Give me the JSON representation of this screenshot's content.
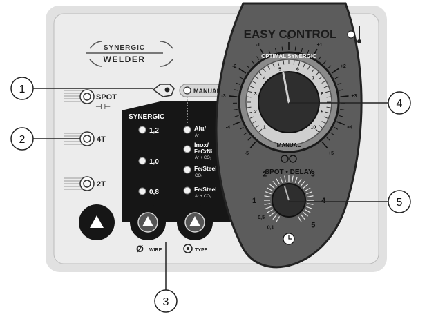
{
  "logo": {
    "line1": "SYNERGIC",
    "line2": "WELDER"
  },
  "mode_buttons": {
    "spot_label": "SPOT",
    "spot_symbol": "⊣ ⊢",
    "fourT_label": "4T",
    "twoT_label": "2T",
    "manual_label": "MANUAL"
  },
  "synergic_panel": {
    "title": "SYNERGIC",
    "wire_sizes": [
      "1,2",
      "1,0",
      "0,8"
    ],
    "materials": [
      {
        "name": "Alu/",
        "gas": "Ar"
      },
      {
        "name": "Inox/",
        "name2": "FeCrNi",
        "gas": "Ar + CO₂"
      },
      {
        "name": "Fe/Steel",
        "gas": "CO₂"
      },
      {
        "name": "Fe/Steel",
        "gas": "Ar + CO₂"
      }
    ],
    "wire_label": "WIRE",
    "wire_symbol": "Ø",
    "type_label": "TYPE"
  },
  "easy_control": {
    "title": "EASY CONTROL",
    "optimal_label": "OPTIMAL SYNERGIC",
    "manual_label": "MANUAL",
    "inner_scale": [
      "1",
      "2",
      "3",
      "4",
      "5",
      "6",
      "7",
      "8",
      "9",
      "10"
    ],
    "outer_scale": [
      "-5",
      "-4",
      "-3",
      "-2",
      "-1",
      "0",
      "+1",
      "+2",
      "+3",
      "+4",
      "+5"
    ]
  },
  "spot_delay": {
    "title": "SPOT • DELAY",
    "scale": [
      "0,1",
      "0,5",
      "1",
      "2",
      "3",
      "4",
      "5"
    ]
  },
  "callouts": [
    "1",
    "2",
    "3",
    "4",
    "5"
  ],
  "colors": {
    "panel": "#ececec",
    "oval": "#5c5c5c",
    "dark": "#161616",
    "knob": "#2e2e2e",
    "accent": "#a8a8a8"
  }
}
